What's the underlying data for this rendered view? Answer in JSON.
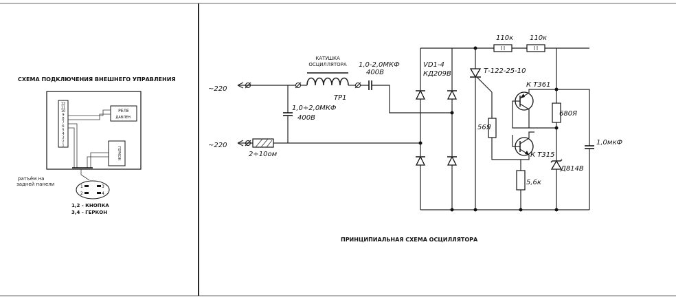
{
  "left_panel": {
    "title": "СХЕМА ПОДКЛЮЧЕНИЯ ВНЕШНЕГО УПРАВЛЕНИЯ",
    "terminal_numbers": [
      "12",
      "11",
      "10",
      "9",
      "8",
      "7",
      "6",
      "5",
      "4",
      "3",
      "2",
      "1"
    ],
    "relay_label_1": "РЕЛЕ",
    "relay_label_2": "ДАВЛЕН.",
    "gerkon_vertical": "ГЕРКОН",
    "connector_label_1": "ратъём на",
    "connector_label_2": "задней панели",
    "pin_1": "1",
    "pin_2": "2",
    "pin_3": "3",
    "pin_4": "4",
    "legend_1": "1,2 - КНОПКА",
    "legend_2": "3,4 - ГЕРКОН"
  },
  "right_panel": {
    "title": "ПРИНЦИПИАЛЬНАЯ СХЕМА ОСЦИЛЛЯТОРА",
    "input_top": "~220",
    "input_bottom": "~220",
    "coil_label_1": "КАТУШКА",
    "coil_label_2": "ОСЦИЛЛЯТОРА",
    "coil_ref": "TP1",
    "cap_series_1": "1,0-2,0МКФ",
    "cap_series_2": "400В",
    "cap_shunt_1": "1,0÷2,0МКФ",
    "cap_shunt_2": "400В",
    "resistor_input": "2÷10ом",
    "bridge_label_1": "VD1-4",
    "bridge_label_2": "КД209В",
    "r_top_1": "110к",
    "r_top_2": "110к",
    "thyristor": "Т-122-25-10",
    "q1": "К Т361",
    "q2": "К Т315",
    "r_56": "56Я",
    "r_680": "680Я",
    "r_56k": "5,6к",
    "zener": "Д814В",
    "cap_right": "1,0мкФ"
  },
  "colors": {
    "ink": "#111111",
    "background": "#ffffff"
  }
}
